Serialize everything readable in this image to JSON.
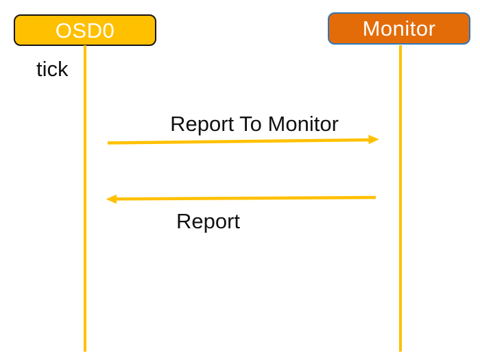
{
  "diagram": {
    "type": "sequence-diagram",
    "background_color": "#FFFFFF",
    "actors": [
      {
        "label": "OSD0",
        "fill": "#FFC000",
        "border_color": "#141414",
        "text_color": "#FFFFFF"
      },
      {
        "label": "Monitor",
        "fill": "#E36C09",
        "border_color": "#2E75B6",
        "text_color": "#FFFFFF"
      }
    ],
    "lifelines": {
      "color": "#FFC000"
    },
    "self_event": {
      "label": "tick",
      "text_color": "#111111"
    },
    "messages": [
      {
        "label": "Report To Monitor",
        "from": "OSD0",
        "to": "Monitor",
        "direction": "left-to-right",
        "color": "#FFC000",
        "label_position": "above-arrow"
      },
      {
        "label": "Report",
        "from": "Monitor",
        "to": "OSD0",
        "direction": "right-to-left",
        "color": "#FFC000",
        "label_position": "below-arrow"
      }
    ]
  }
}
